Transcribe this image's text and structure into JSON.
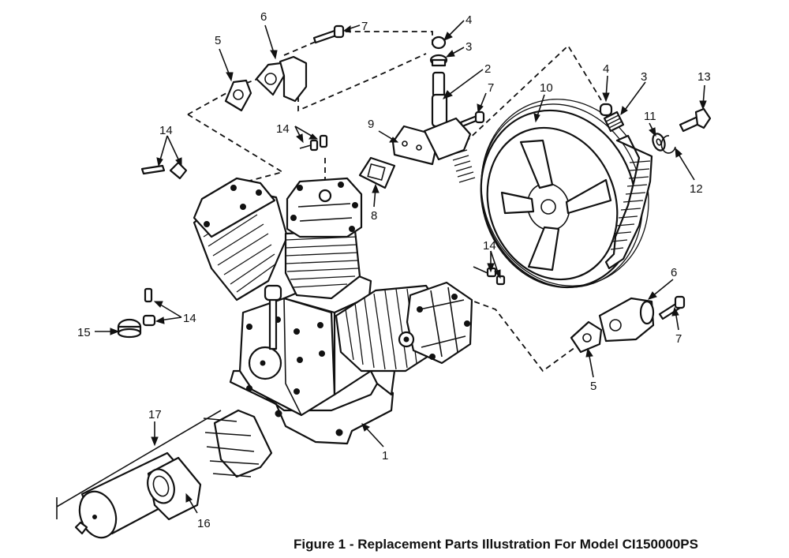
{
  "caption": "Figure 1 - Replacement Parts Illustration For Model CI150000PS",
  "callouts": [
    {
      "id": "c7a",
      "text": "7"
    },
    {
      "id": "c6a",
      "text": "6"
    },
    {
      "id": "c5a",
      "text": "5"
    },
    {
      "id": "c4a",
      "text": "4"
    },
    {
      "id": "c3a",
      "text": "3"
    },
    {
      "id": "c2",
      "text": "2"
    },
    {
      "id": "c7b",
      "text": "7"
    },
    {
      "id": "c10",
      "text": "10"
    },
    {
      "id": "c4b",
      "text": "4"
    },
    {
      "id": "c3b",
      "text": "3"
    },
    {
      "id": "c13",
      "text": "13"
    },
    {
      "id": "c11",
      "text": "11"
    },
    {
      "id": "c12",
      "text": "12"
    },
    {
      "id": "c14a",
      "text": "14"
    },
    {
      "id": "c14b",
      "text": "14"
    },
    {
      "id": "c9",
      "text": "9"
    },
    {
      "id": "c8",
      "text": "8"
    },
    {
      "id": "c14c",
      "text": "14"
    },
    {
      "id": "c14d",
      "text": "14"
    },
    {
      "id": "c15",
      "text": "15"
    },
    {
      "id": "c6b",
      "text": "6"
    },
    {
      "id": "c7c",
      "text": "7"
    },
    {
      "id": "c5b",
      "text": "5"
    },
    {
      "id": "c1",
      "text": "1"
    },
    {
      "id": "c17",
      "text": "17"
    },
    {
      "id": "c16",
      "text": "16"
    }
  ]
}
